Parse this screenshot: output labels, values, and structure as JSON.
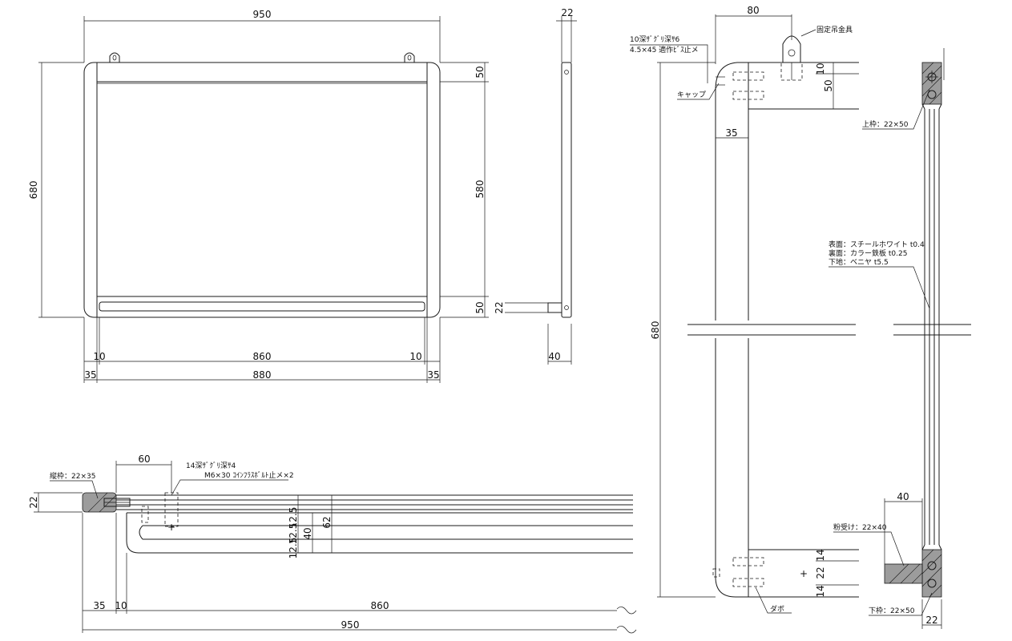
{
  "front_view": {
    "overall_width": "950",
    "overall_height": "680",
    "top_rail": "50",
    "panel_height": "580",
    "bottom_rail": "50",
    "inner_offset_left": "10",
    "inner_width": "860",
    "inner_offset_right": "10",
    "frame_left": "35",
    "frame_span": "880",
    "frame_right": "35"
  },
  "side_view": {
    "thickness_top": "22",
    "tray_height": "22",
    "tray_depth": "40"
  },
  "section_top": {
    "width_80": "80",
    "hanger_label": "固定吊金具",
    "screw_label_1": "10深ｻﾞｸﾞﾘ深ｻ6",
    "screw_label_2": "4.5×45 適作ﾋﾞｽ止メ",
    "dim_10": "10",
    "dim_50": "50",
    "cap_label": "キャップ",
    "dim_35": "35",
    "top_frame_label": "上枠：22×50",
    "surface_1": "表面：スチールホワイト t0.4",
    "surface_2": "裏面：カラー鉄板 t0.25",
    "surface_3": "下地：ベニヤ t5.5",
    "overall_height": "680",
    "dim_40": "40",
    "tray_label": "粉受け：22×40",
    "dim_14a": "14",
    "dim_22": "22",
    "dim_14b": "14",
    "dowel_label": "ダボ",
    "bottom_frame_label": "下枠：22×50",
    "bottom_22": "22"
  },
  "section_bottom": {
    "dim_60": "60",
    "stile_label": "縦枠：22×35",
    "bolt_label_1": "14深ｻﾞｸﾞﾘ深ｻ4",
    "bolt_label_2": "M6×30 ｺｲﾝﾌﾗｽﾎﾞﾙﾄ止メ×2",
    "dim_22": "22",
    "dim_12_5a": "12.5",
    "dim_12_5b": "12.5",
    "dim_12_5c": "12.5",
    "dim_40": "40",
    "dim_62": "62",
    "dim_35": "35",
    "dim_10": "10",
    "dim_860": "860",
    "dim_950": "950"
  }
}
